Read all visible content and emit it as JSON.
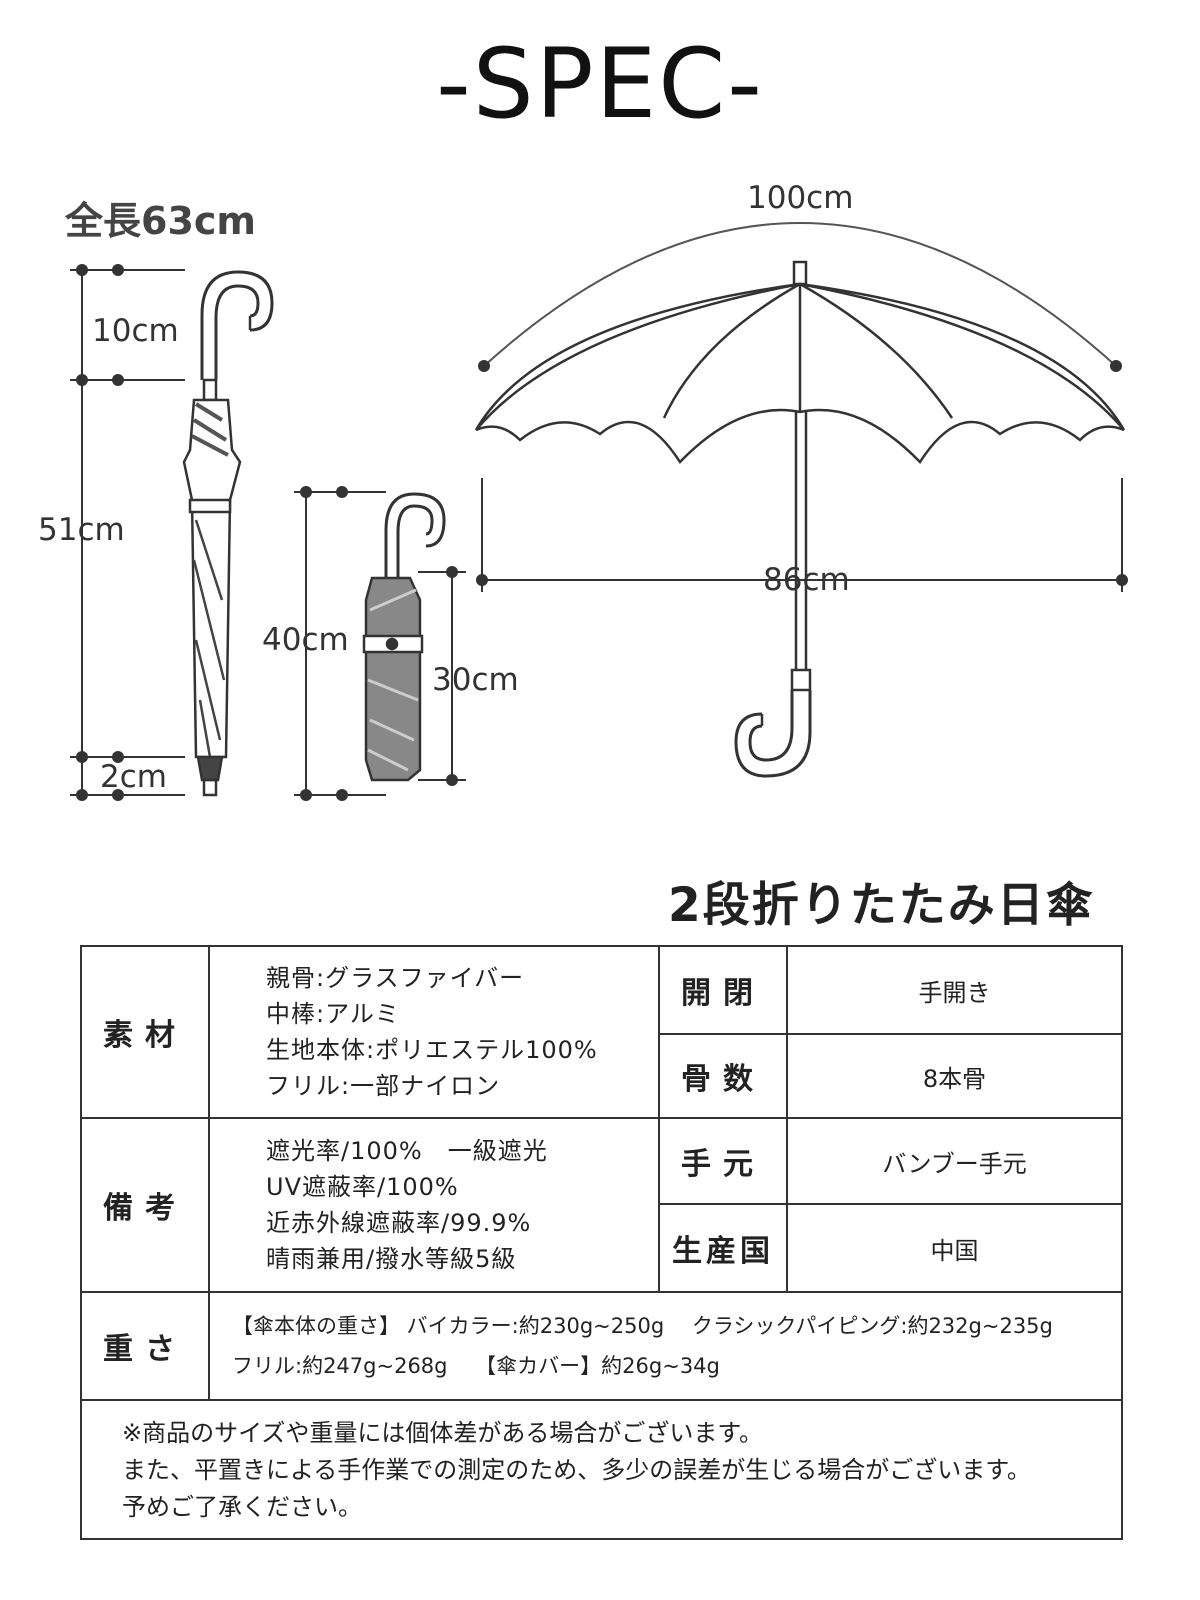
{
  "title": "-SPEC-",
  "long_umbrella": {
    "total_length": "全長63cm",
    "dims": {
      "handle": "10cm",
      "body": "51cm",
      "tip": "2cm"
    }
  },
  "folding_umbrella": {
    "dims": {
      "total": "40cm",
      "folded": "30cm"
    }
  },
  "open_umbrella": {
    "dims": {
      "arc": "100cm",
      "diameter": "86cm"
    }
  },
  "subtitle": "2段折りたたみ日傘",
  "table": {
    "material": {
      "label": "素材",
      "lines": [
        "親骨:グラスファイバー",
        "中棒:アルミ",
        "生地本体:ポリエステル100%",
        "フリル:一部ナイロン"
      ]
    },
    "opening": {
      "label": "開閉",
      "value": "手開き"
    },
    "ribs": {
      "label": "骨数",
      "value": "8本骨"
    },
    "remarks": {
      "label": "備考",
      "lines": [
        "遮光率/100%　一級遮光",
        "UV遮蔽率/100%",
        "近赤外線遮蔽率/99.9%",
        "晴雨兼用/撥水等級5級"
      ]
    },
    "handle": {
      "label": "手元",
      "value": "バンブー手元"
    },
    "origin": {
      "label": "生産国",
      "value": "中国"
    },
    "weight": {
      "label": "重さ",
      "line1": "【傘本体の重さ】 バイカラー:約230g~250g　 クラシックパイピング:約232g~235g",
      "line2": "フリル:約247g~268g　 【傘カバー】約26g~34g"
    },
    "notes": [
      "※商品のサイズや重量には個体差がある場合がございます。",
      "また、平置きによる手作業での測定のため、多少の誤差が生じる場合がございます。",
      "予めご了承ください。"
    ]
  }
}
